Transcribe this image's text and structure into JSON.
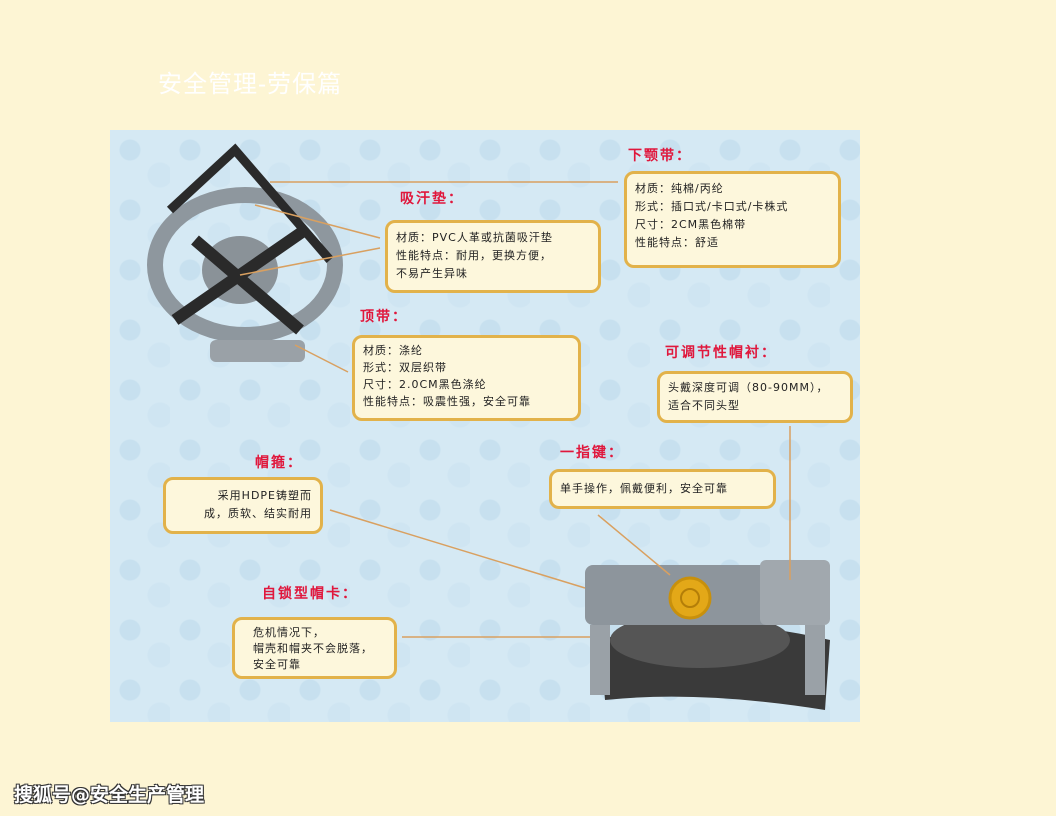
{
  "title": "安全管理-劳保篇",
  "watermark": "搜狐号@安全生产管理",
  "colors": {
    "background": "#fdf5d4",
    "panel": "#d5e9f4",
    "label": "#e0173c",
    "box_border": "#e2b24a",
    "arrow": "#d9a060"
  },
  "callouts": {
    "sweatband": {
      "label": "吸汗垫：",
      "lines": [
        "材质：PVC人革或抗菌吸汗垫",
        "性能特点：耐用，更换方便，",
        "不易产生异味"
      ]
    },
    "chinstrap": {
      "label": "下颚带：",
      "lines": [
        "材质：纯棉/丙纶",
        "形式：插口式/卡口式/卡株式",
        "尺寸：2CM黑色棉带",
        "性能特点：舒适"
      ]
    },
    "topstrap": {
      "label": "顶带：",
      "lines": [
        "材质：涤纶",
        "形式：双层织带",
        "尺寸：2.0CM黑色涤纶",
        "性能特点：吸震性强，安全可靠"
      ]
    },
    "liner": {
      "label": "可调节性帽衬：",
      "lines": [
        "头戴深度可调（80-90MM），",
        "适合不同头型"
      ]
    },
    "headband": {
      "label": "帽箍：",
      "lines": [
        "采用HDPE铸塑而",
        "成，质软、结实耐用"
      ]
    },
    "onekey": {
      "label": "一指键：",
      "lines": [
        "单手操作，佩戴便利，安全可靠"
      ]
    },
    "clip": {
      "label": "自锁型帽卡：",
      "lines": [
        "危机情况下，",
        "帽壳和帽夹不会脱落，",
        "安全可靠"
      ]
    }
  }
}
